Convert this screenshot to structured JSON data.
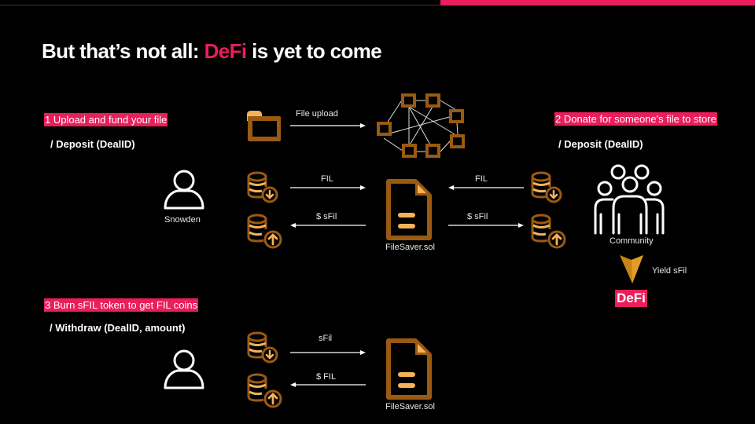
{
  "header": {
    "title_prefix": "But that’s not all: ",
    "title_accent": "DeFi",
    "title_suffix": " is yet to come"
  },
  "colors": {
    "accent": "#e91e5a",
    "icon_brown": "#9a5a12",
    "icon_gold": "#f4b25a",
    "background": "#000000",
    "text": "#ffffff"
  },
  "section1": {
    "step_label": "1 Upload and fund your file",
    "function": "/ Deposit (DealID)",
    "actor": "Snowden",
    "upload_label": "File upload",
    "arrow_in_label": "FIL",
    "arrow_out_label": "$ sFil",
    "contract": "FileSaver.sol"
  },
  "section2": {
    "step_label": "2 Donate for someone's file to store",
    "function": "/ Deposit (DealID)",
    "actor": "Community",
    "arrow_in_label": "FIL",
    "arrow_out_label": "$ sFil",
    "yield_label": "Yield sFil",
    "defi_badge": "DeFi"
  },
  "section3": {
    "step_label": "3 Burn sFIL token to get FIL coins",
    "function": "/ Withdraw (DealID, amount)",
    "arrow_in_label": "sFil",
    "arrow_out_label": "$ FIL",
    "contract": "FileSaver.sol"
  },
  "icons": {
    "folder": "folder-icon",
    "network": "storage-network-icon",
    "coin_deposit": "coins-down-icon",
    "coin_withdraw": "coins-up-icon",
    "contract": "document-icon",
    "user": "user-icon",
    "group": "group-icon",
    "yield_arrow": "arrow-down-icon"
  }
}
